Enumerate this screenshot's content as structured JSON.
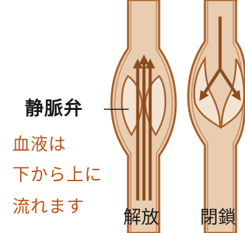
{
  "labels": {
    "valve": "静脈弁",
    "caption_lines": [
      "血液は",
      "下から上に",
      "流れます"
    ],
    "open": "解放",
    "closed": "閉鎖"
  },
  "colors": {
    "vein_fill": "#e9cdb1",
    "vein_wall": "#a75f2a",
    "valve_fill": "#f3e3d2",
    "arrow": "#8b4d1e",
    "caption_text": "#b8531b",
    "label_text": "#1a1a1a"
  }
}
